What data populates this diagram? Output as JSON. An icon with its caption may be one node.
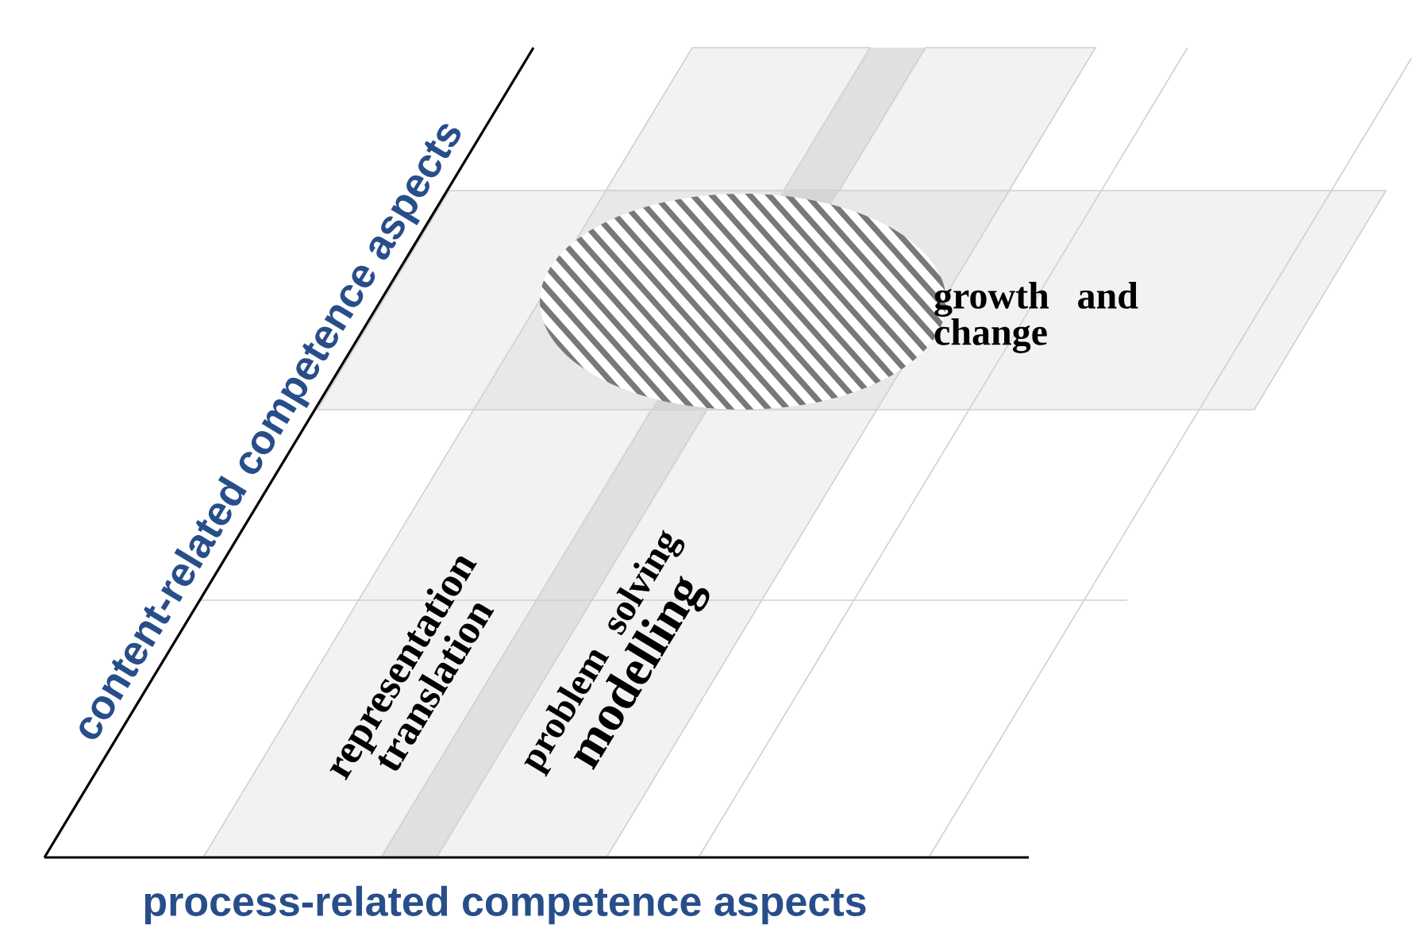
{
  "diagram": {
    "nodes": [
      {
        "text": [
          "growth and change"
        ]
      },
      {
        "text": [
          "representation translation"
        ]
      },
      {
        "text": [
          "problem solving",
          "modelling"
        ]
      }
    ],
    "labels": [
      "content-related competence aspects",
      "process-related competence aspects"
    ]
  }
}
